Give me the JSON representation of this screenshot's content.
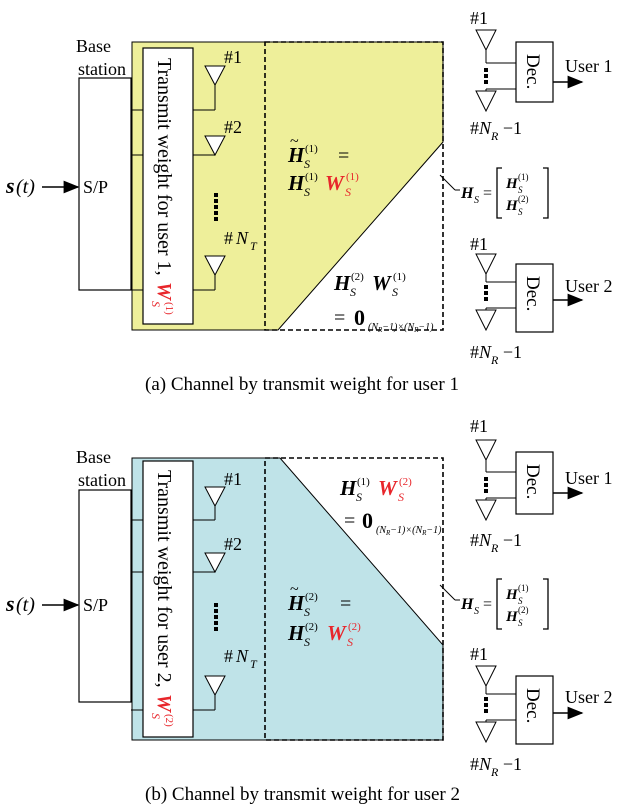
{
  "colors": {
    "panel_a_fill": "#eeef9a",
    "panel_b_fill": "#bfe3e8",
    "weight_red": "#e8262b",
    "line": "#000000"
  },
  "icons": [
    "antenna-icon",
    "arrow-icon",
    "bracket-icon",
    "dots-icon"
  ],
  "labels": {
    "base_station_line1": "Base",
    "base_station_line2": "station",
    "sp": "S/P",
    "signal": "s",
    "signal_arg": "(t)",
    "antenna_1": "#1",
    "antenna_2": "#2",
    "antenna_nt": "#N",
    "antenna_nt_sub": "T",
    "rx_top": "#1",
    "rx_bottom": "#N",
    "rx_bottom_sub": "R",
    "rx_bottom_tail": " −1",
    "dec": "Dec.",
    "user1": "User 1",
    "user2": "User 2",
    "h_s": "H",
    "sub_s": "S",
    "sup_1": "(1)",
    "sup_2": "(2)",
    "w": "W",
    "equals": "=",
    "zero": "0",
    "zero_sub": "(N",
    "zero_sub_r": "R",
    "zero_sub_mid": "−1)×(N",
    "zero_sub_end": "−1)"
  },
  "panel_a": {
    "weight_label": "Transmit weight for user 1,",
    "caption": "(a)  Channel by transmit weight for user 1"
  },
  "panel_b": {
    "weight_label": "Transmit weight for user 2,",
    "caption": "(b)  Channel by transmit weight for user 2"
  }
}
